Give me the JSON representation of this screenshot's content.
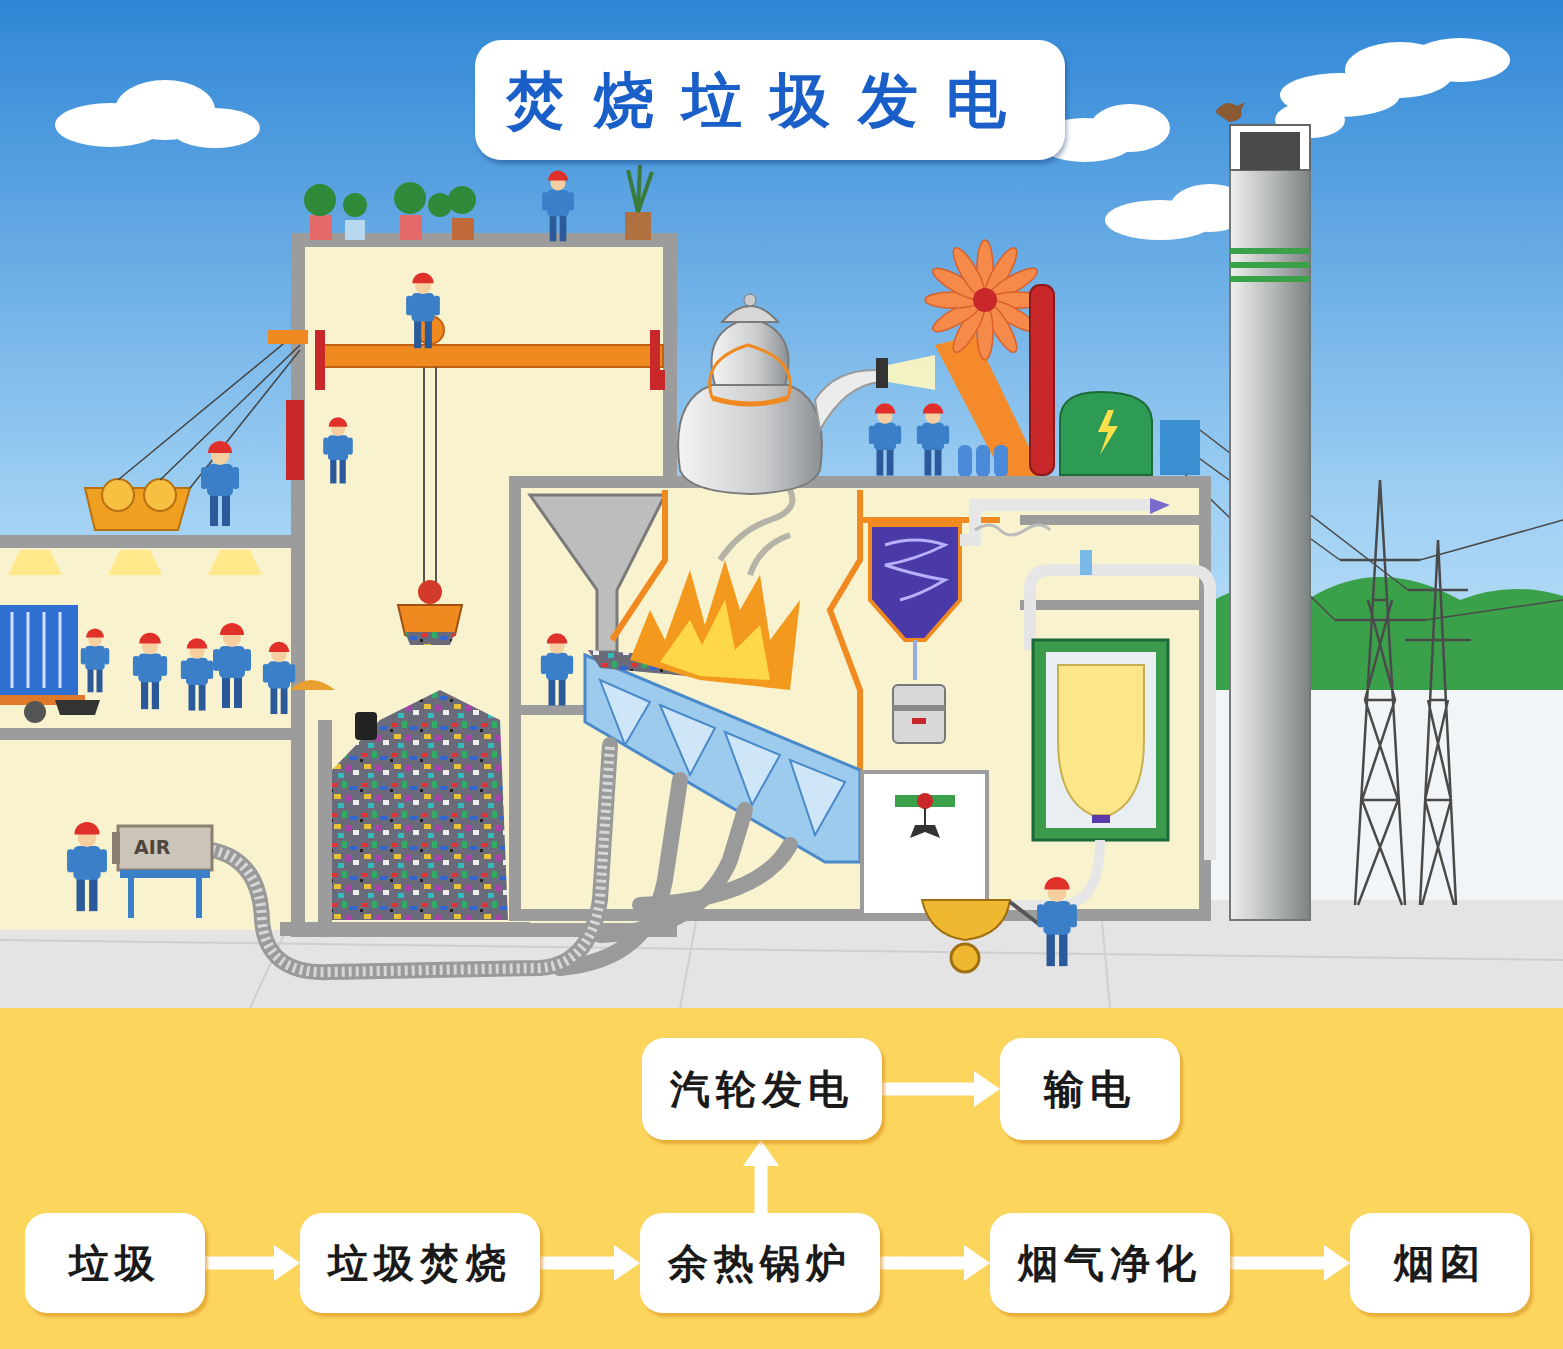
{
  "diagram": {
    "title": "焚烧垃圾发电",
    "nodes": [
      {
        "text": [
          "汽轮发电"
        ]
      },
      {
        "text": [
          "输电"
        ]
      },
      {
        "text": [
          "垃圾"
        ]
      },
      {
        "text": [
          "垃圾焚烧"
        ]
      },
      {
        "text": [
          "余热锅炉"
        ]
      },
      {
        "text": [
          "烟气净化"
        ]
      },
      {
        "text": [
          "烟囱"
        ]
      }
    ],
    "edges": [
      {
        "from": 2,
        "to": 3,
        "arrow": "to"
      },
      {
        "from": 3,
        "to": 4,
        "arrow": "to"
      },
      {
        "from": 4,
        "to": 0,
        "arrow": "to"
      },
      {
        "from": 0,
        "to": 1,
        "arrow": "to"
      },
      {
        "from": 4,
        "to": 5,
        "arrow": "to"
      },
      {
        "from": 5,
        "to": 6,
        "arrow": "to"
      }
    ],
    "labels": [
      "AIR"
    ]
  }
}
